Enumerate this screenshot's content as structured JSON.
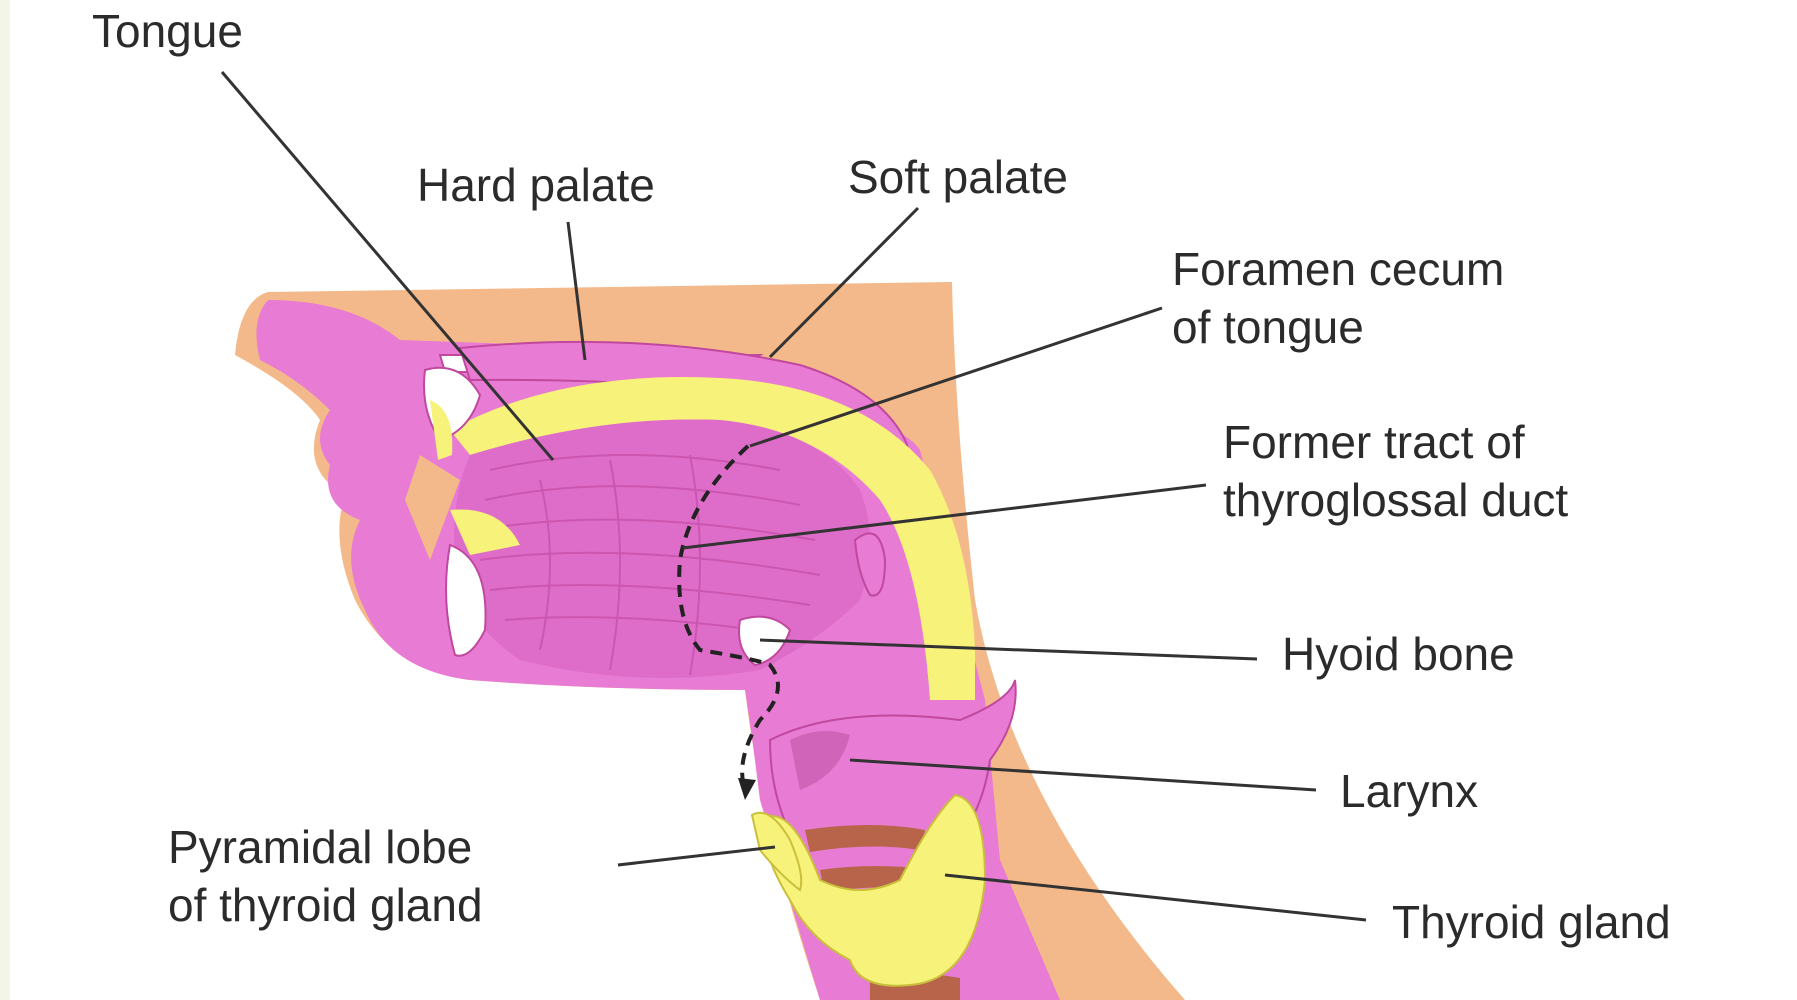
{
  "colors": {
    "background": "#ffffff",
    "border": "#f3f6e6",
    "skin": "#f4b98a",
    "tissue": "#e87bd3",
    "tissue_dark": "#c0489e",
    "gland": "#f7f27a",
    "bone": "#ffffff",
    "cartilage": "#b8644a",
    "leader_line": "#333333"
  },
  "labels": {
    "tongue": "Tongue",
    "hard_palate": "Hard palate",
    "soft_palate": "Soft palate",
    "foramen_cecum_line1": "Foramen cecum",
    "foramen_cecum_line2": "of tongue",
    "former_tract_line1": "Former tract of",
    "former_tract_line2": "thyroglossal duct",
    "hyoid_bone": "Hyoid bone",
    "larynx": "Larynx",
    "pyramidal_lobe_line1": "Pyramidal lobe",
    "pyramidal_lobe_line2": "of thyroid gland",
    "thyroid_gland": "Thyroid gland"
  }
}
